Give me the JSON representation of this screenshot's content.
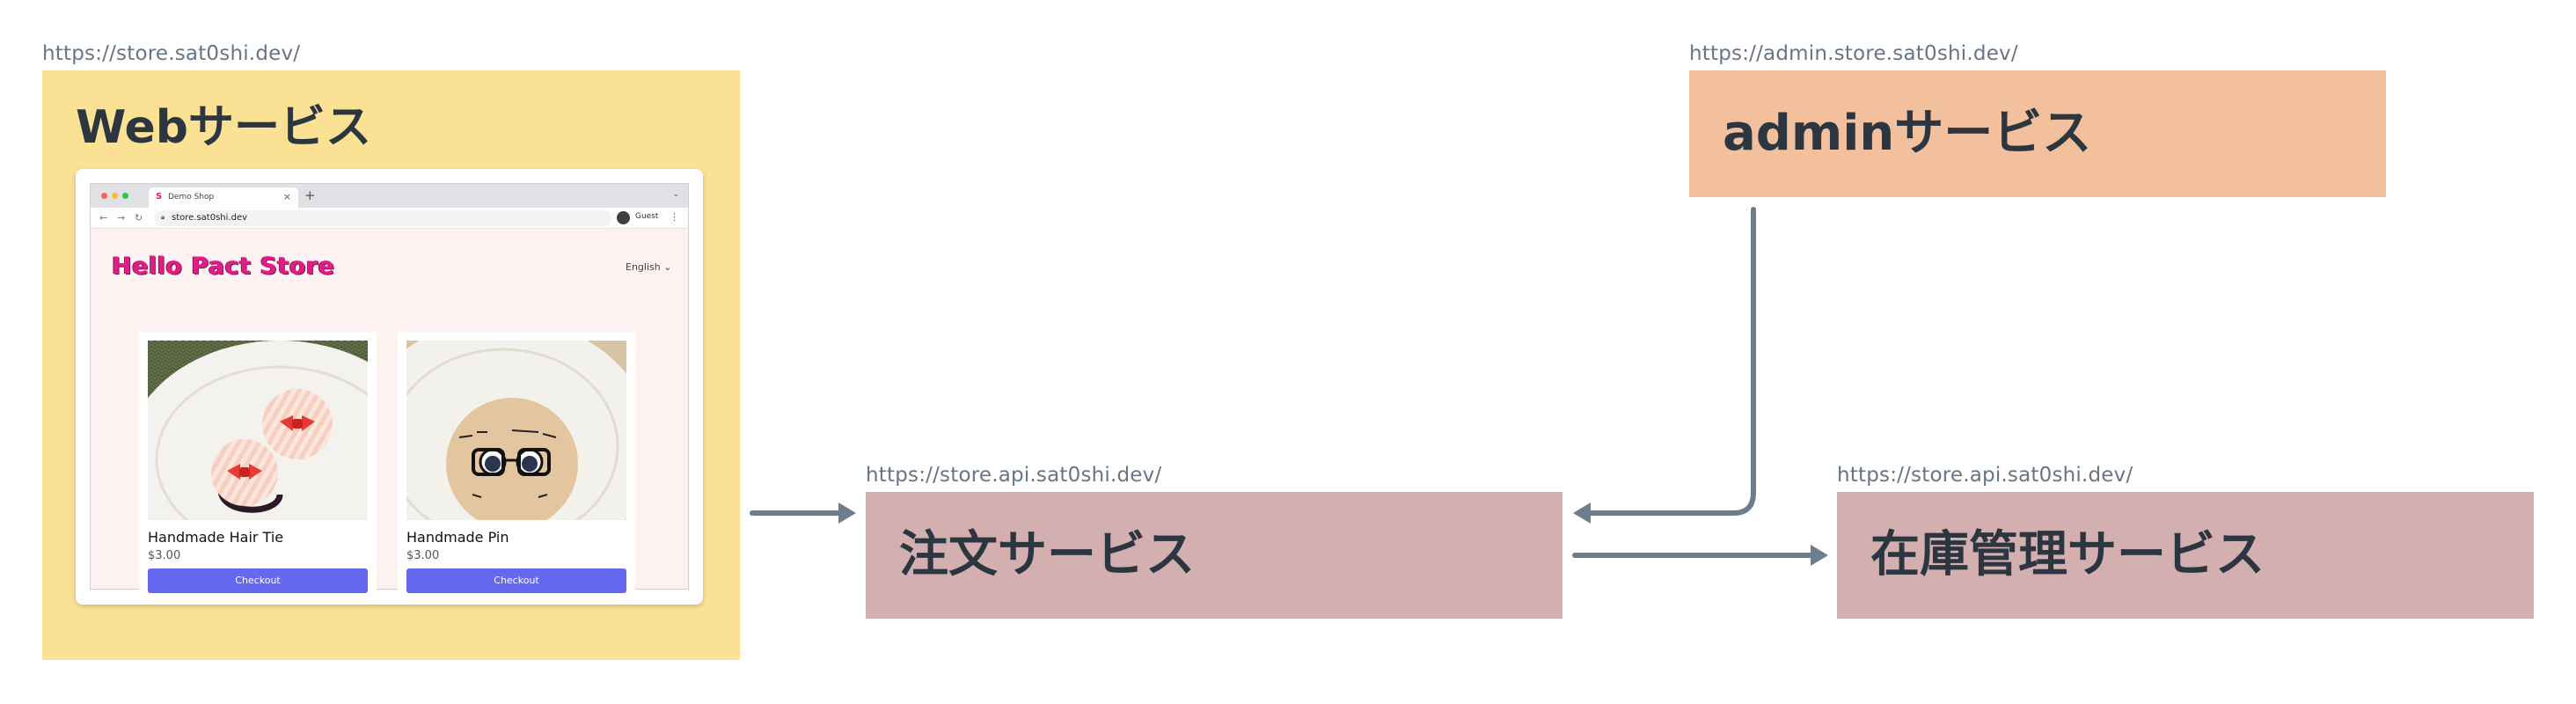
{
  "colors": {
    "web_box": "#fae193",
    "admin_box": "#f3c09d",
    "service_box": "#d4afb0",
    "arrow": "#6d7d8b",
    "checkout_button": "#6469ef",
    "store_title": "#e51b8a"
  },
  "web": {
    "url": "https://store.sat0shi.dev/",
    "title": "Webサービス",
    "browser": {
      "tab_title": "Demo Shop",
      "address": "store.sat0shi.dev",
      "profile": "Guest",
      "store_title": "Hello Pact Store",
      "language": "English",
      "products": [
        {
          "name": "Handmade Hair Tie",
          "price": "$3.00",
          "button": "Checkout"
        },
        {
          "name": "Handmade Pin",
          "price": "$3.00",
          "button": "Checkout"
        }
      ]
    }
  },
  "admin": {
    "url": "https://admin.store.sat0shi.dev/",
    "title": "adminサービス"
  },
  "order": {
    "url": "https://store.api.sat0shi.dev/",
    "title": "注文サービス"
  },
  "stock": {
    "url": "https://store.api.sat0shi.dev/",
    "title": "在庫管理サービス"
  },
  "connections": [
    {
      "from": "web",
      "to": "order"
    },
    {
      "from": "admin",
      "to": "order"
    },
    {
      "from": "order",
      "to": "stock"
    }
  ]
}
